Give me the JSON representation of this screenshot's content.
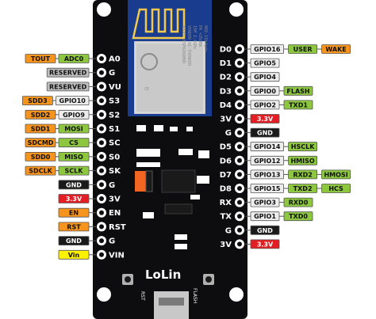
{
  "board": {
    "brand": "LoLin",
    "module_text": [
      "MODEL ESP8266MOD",
      "VENDOR AI-THINKER",
      "ISM 2.4GHz",
      "PA +25dBm",
      "802.11b/g/n"
    ],
    "button_rst": "RST",
    "button_flash": "FLASH"
  },
  "left_pins": [
    {
      "pin": "A0",
      "labels": [
        {
          "text": "TOUT",
          "color": "#f7941d"
        },
        {
          "text": "ADC0",
          "color": "#8dc63f"
        }
      ]
    },
    {
      "pin": "G",
      "labels": [
        {
          "text": "RESERVED",
          "color": "#bdbdbd"
        }
      ]
    },
    {
      "pin": "VU",
      "labels": [
        {
          "text": "RESERVED",
          "color": "#bdbdbd"
        }
      ]
    },
    {
      "pin": "S3",
      "labels": [
        {
          "text": "SDD3",
          "color": "#f7941d"
        },
        {
          "text": "GPIO10",
          "color": "#ededed"
        }
      ]
    },
    {
      "pin": "S2",
      "labels": [
        {
          "text": "SDD2",
          "color": "#f7941d"
        },
        {
          "text": "GPIO9",
          "color": "#ededed"
        }
      ]
    },
    {
      "pin": "S1",
      "labels": [
        {
          "text": "SDD1",
          "color": "#f7941d"
        },
        {
          "text": "MOSI",
          "color": "#8dc63f"
        }
      ]
    },
    {
      "pin": "SC",
      "labels": [
        {
          "text": "SDCMD",
          "color": "#f7941d"
        },
        {
          "text": "CS",
          "color": "#8dc63f"
        }
      ]
    },
    {
      "pin": "S0",
      "labels": [
        {
          "text": "SDD0",
          "color": "#f7941d"
        },
        {
          "text": "MISO",
          "color": "#8dc63f"
        }
      ]
    },
    {
      "pin": "SK",
      "labels": [
        {
          "text": "SDCLK",
          "color": "#f7941d"
        },
        {
          "text": "SCLK",
          "color": "#8dc63f"
        }
      ]
    },
    {
      "pin": "G",
      "labels": [
        {
          "text": "GND",
          "color": "#1a1a1a"
        }
      ]
    },
    {
      "pin": "3V",
      "labels": [
        {
          "text": "3.3V",
          "color": "#e31e24"
        }
      ]
    },
    {
      "pin": "EN",
      "labels": [
        {
          "text": "EN",
          "color": "#f7941d"
        }
      ]
    },
    {
      "pin": "RST",
      "labels": [
        {
          "text": "RST",
          "color": "#f7941d"
        }
      ]
    },
    {
      "pin": "G",
      "labels": [
        {
          "text": "GND",
          "color": "#1a1a1a"
        }
      ]
    },
    {
      "pin": "VIN",
      "labels": [
        {
          "text": "Vin",
          "color": "#fff200"
        }
      ]
    }
  ],
  "right_pins": [
    {
      "pin": "D0",
      "labels": [
        {
          "text": "GPIO16",
          "color": "#ededed"
        },
        {
          "text": "USER",
          "color": "#8dc63f"
        },
        {
          "text": "WAKE",
          "color": "#f7941d"
        }
      ]
    },
    {
      "pin": "D1",
      "labels": [
        {
          "text": "GPIO5",
          "color": "#ededed"
        }
      ]
    },
    {
      "pin": "D2",
      "labels": [
        {
          "text": "GPIO4",
          "color": "#ededed"
        }
      ]
    },
    {
      "pin": "D3",
      "labels": [
        {
          "text": "GPIO0",
          "color": "#ededed"
        },
        {
          "text": "FLASH",
          "color": "#8dc63f"
        }
      ]
    },
    {
      "pin": "D4",
      "labels": [
        {
          "text": "GPIO2",
          "color": "#ededed"
        },
        {
          "text": "TXD1",
          "color": "#8dc63f"
        }
      ]
    },
    {
      "pin": "3V",
      "labels": [
        {
          "text": "3.3V",
          "color": "#e31e24"
        }
      ]
    },
    {
      "pin": "G",
      "labels": [
        {
          "text": "GND",
          "color": "#1a1a1a"
        }
      ]
    },
    {
      "pin": "D5",
      "labels": [
        {
          "text": "GPIO14",
          "color": "#ededed"
        },
        {
          "text": "HSCLK",
          "color": "#8dc63f"
        }
      ]
    },
    {
      "pin": "D6",
      "labels": [
        {
          "text": "GPIO12",
          "color": "#ededed"
        },
        {
          "text": "HMISO",
          "color": "#8dc63f"
        }
      ]
    },
    {
      "pin": "D7",
      "labels": [
        {
          "text": "GPIO13",
          "color": "#ededed"
        },
        {
          "text": "RXD2",
          "color": "#8dc63f"
        },
        {
          "text": "HMOSI",
          "color": "#8dc63f"
        }
      ]
    },
    {
      "pin": "D8",
      "labels": [
        {
          "text": "GPIO15",
          "color": "#ededed"
        },
        {
          "text": "TXD2",
          "color": "#8dc63f"
        },
        {
          "text": "HCS",
          "color": "#8dc63f"
        }
      ]
    },
    {
      "pin": "RX",
      "labels": [
        {
          "text": "GPIO3",
          "color": "#ededed"
        },
        {
          "text": "RXD0",
          "color": "#8dc63f"
        }
      ]
    },
    {
      "pin": "TX",
      "labels": [
        {
          "text": "GPIO1",
          "color": "#ededed"
        },
        {
          "text": "TXD0",
          "color": "#8dc63f"
        }
      ]
    },
    {
      "pin": "G",
      "labels": [
        {
          "text": "GND",
          "color": "#1a1a1a"
        }
      ]
    },
    {
      "pin": "3V",
      "labels": [
        {
          "text": "3.3V",
          "color": "#e31e24"
        }
      ]
    }
  ]
}
